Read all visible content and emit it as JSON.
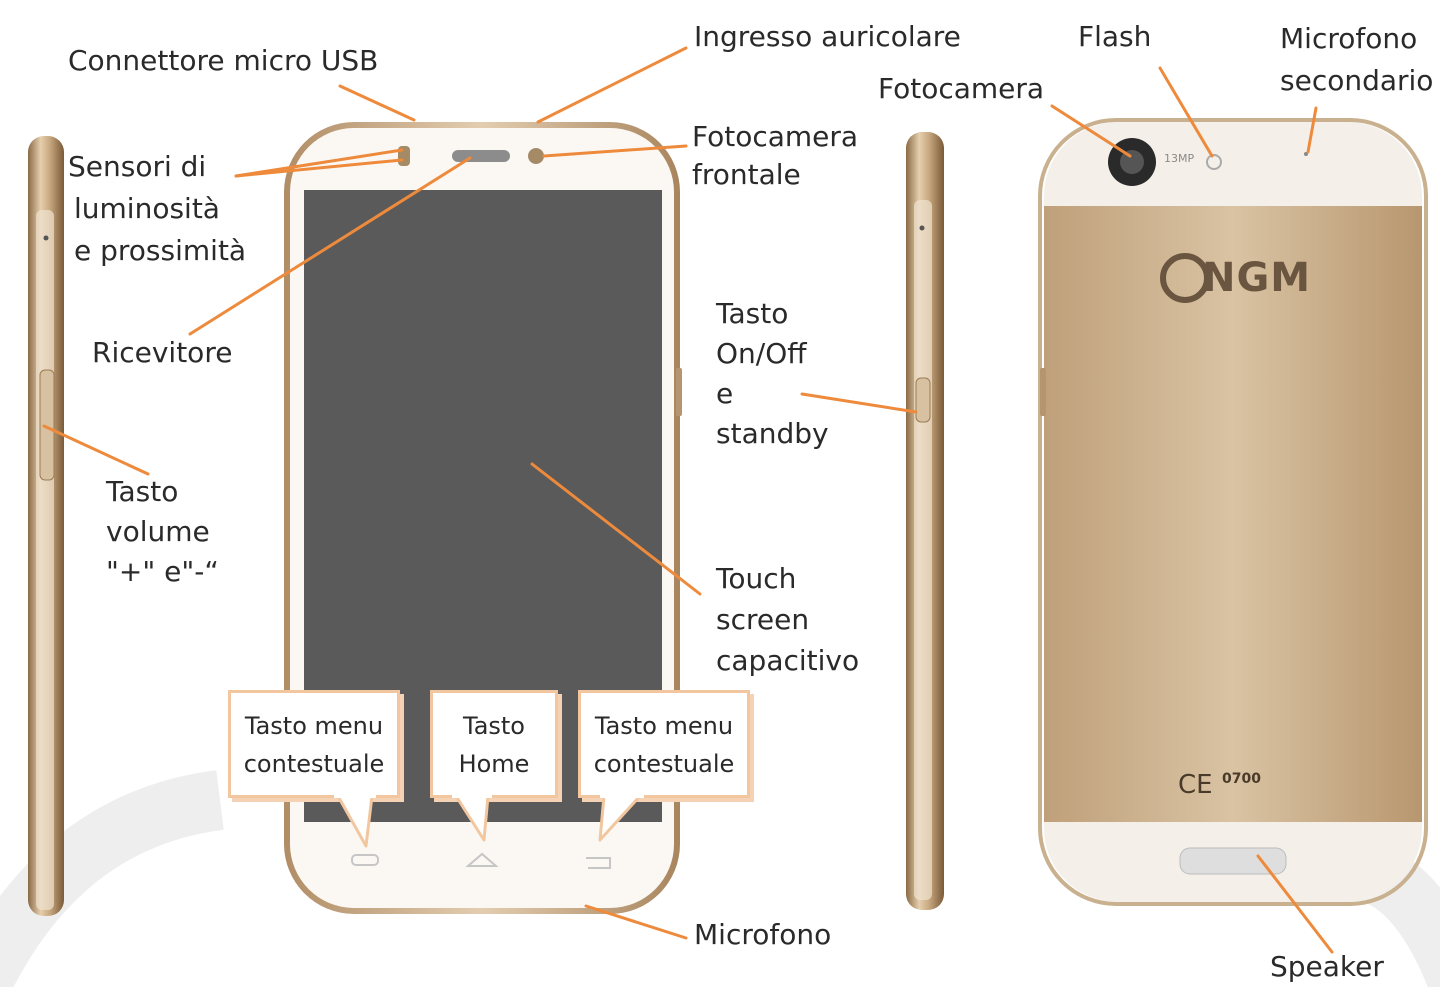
{
  "labels": {
    "usb": "Connettore micro USB",
    "headphone": "Ingresso auricolare",
    "front_camera": [
      "Fotocamera",
      "frontale"
    ],
    "sensors": [
      "Sensori di",
      "luminosità",
      "e prossimità"
    ],
    "receiver": "Ricevitore",
    "volume": [
      "Tasto",
      "volume",
      "\"+\" e\"-“"
    ],
    "power": [
      "Tasto",
      "On/Off",
      "e",
      "standby"
    ],
    "touch": [
      "Touch",
      "screen",
      "capacitivo"
    ],
    "microphone": "Microfono",
    "camera": "Fotocamera",
    "flash": "Flash",
    "secondary_mic": [
      "Microfono",
      "secondario"
    ],
    "speaker": "Speaker"
  },
  "callouts": {
    "menu_left": [
      "Tasto menu",
      "contestuale"
    ],
    "home": [
      "Tasto",
      "Home"
    ],
    "menu_right": [
      "Tasto menu",
      "contestuale"
    ]
  },
  "device_markings": {
    "brand": "NGM",
    "camera_badge": "13MP",
    "ce_mark": "CE",
    "ce_number": "0700"
  },
  "colors": {
    "leader": "#ee8a3c",
    "gold": "#c9a980",
    "screen": "#5a5a5a",
    "callout_border": "#f2c7a0"
  }
}
